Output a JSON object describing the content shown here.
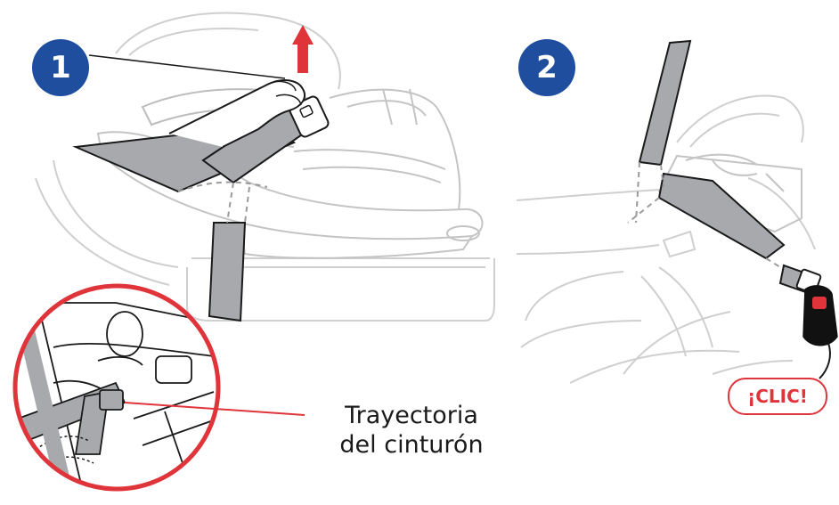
{
  "steps": [
    {
      "number": "1"
    },
    {
      "number": "2"
    }
  ],
  "callout": {
    "line1": "Trayectoria",
    "line2": "del cinturón"
  },
  "click_label": "¡CLIC!",
  "colors": {
    "badge": "#1f4e9e",
    "accent_red": "#e0343b",
    "belt_gray": "#a7a9ac",
    "outline": "#1a1a1a",
    "seat_line": "#c8c8c8"
  }
}
